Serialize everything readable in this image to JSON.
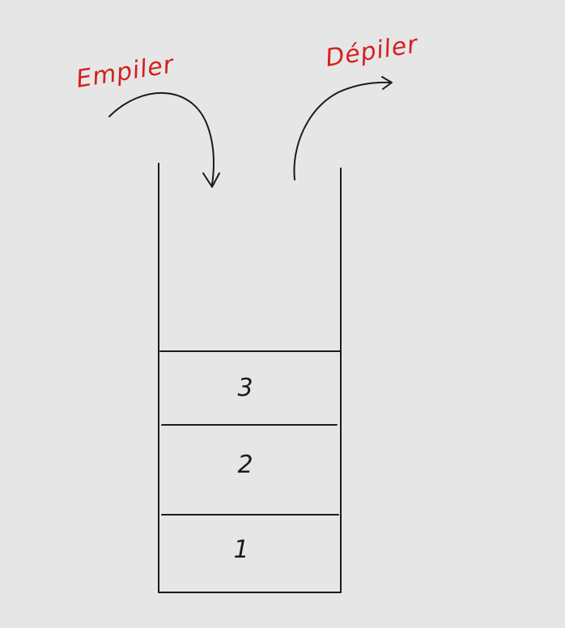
{
  "labels": {
    "push": "Empiler",
    "pop": "Dépiler"
  },
  "stack": {
    "items": [
      "3",
      "2",
      "1"
    ]
  },
  "colors": {
    "background": "#e6e6e6",
    "ink": "#1b1b1b",
    "label": "#d51f1f"
  }
}
